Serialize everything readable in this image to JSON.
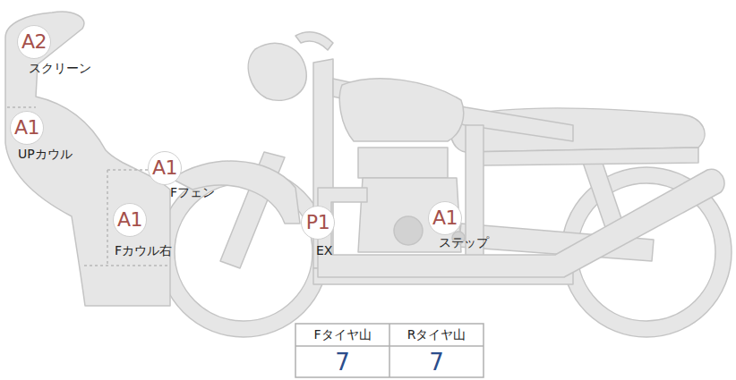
{
  "diagram": {
    "nodes": [
      {
        "text": [
          "A2",
          "スクリーン"
        ]
      },
      {
        "text": [
          "A1",
          "UPカウル"
        ]
      },
      {
        "text": [
          "A1",
          "Fフェン"
        ]
      },
      {
        "text": [
          "A1",
          "Fカウル右"
        ]
      },
      {
        "text": [
          "P1",
          "EX"
        ]
      },
      {
        "text": [
          "A1",
          "ステップ"
        ]
      }
    ],
    "edges": [],
    "labels": [
      "Fタイヤ山",
      "Rタイヤ山",
      "7",
      "7"
    ]
  }
}
